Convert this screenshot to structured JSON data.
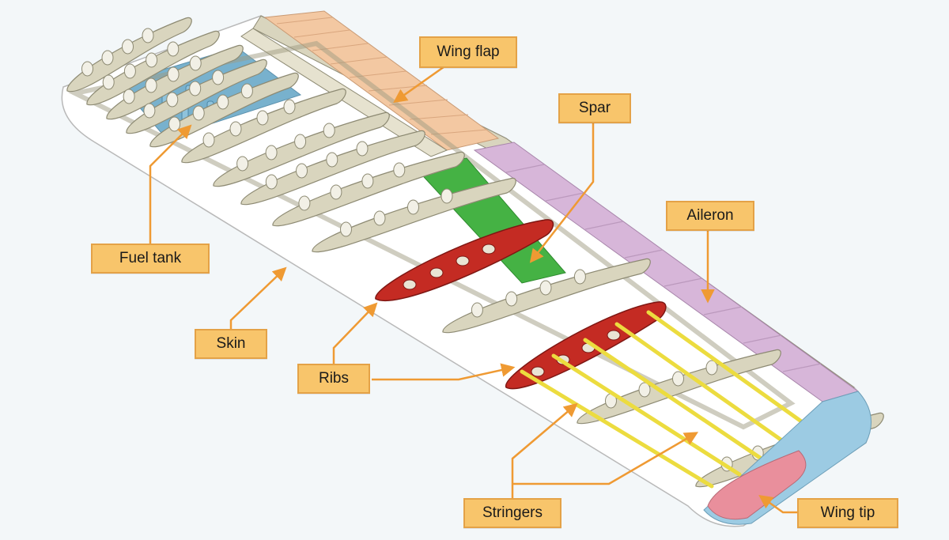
{
  "labels": {
    "wing_flap": "Wing flap",
    "spar": "Spar",
    "aileron": "Aileron",
    "fuel_tank": "Fuel tank",
    "skin": "Skin",
    "ribs": "Ribs",
    "stringers": "Stringers",
    "wing_tip": "Wing tip"
  },
  "colors": {
    "label_fill": "#f8c56b",
    "label_border": "#e4a247",
    "callout": "#ef9a33",
    "frame": "#c9c4ab",
    "frame_stroke": "#8d8a73",
    "rib_highlight": "#c42b23",
    "spar_highlight": "#45b244",
    "stringer": "#ecdc3f",
    "fuel_tank": "#6aa9c8",
    "flap": "#f3c8a2",
    "aileron": "#d7b6d9",
    "wing_tip": "#9ccbe3",
    "wing_tip_light": "#e98f9c",
    "skin": "#ffffff"
  }
}
